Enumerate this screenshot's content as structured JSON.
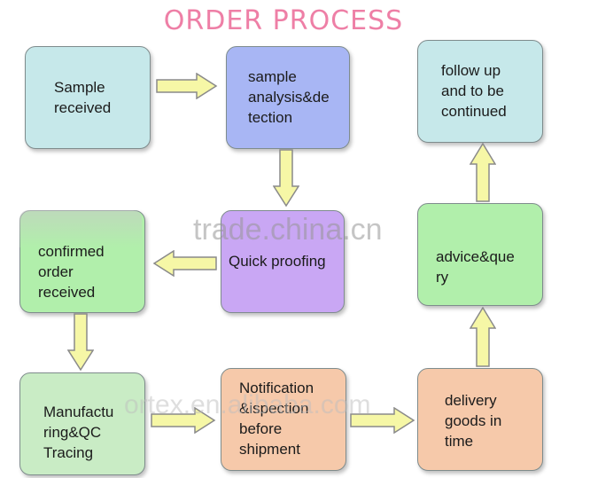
{
  "title": "ORDER PROCESS",
  "steps": {
    "sample_received": "Sample\nreceived",
    "sample_analysis": "sample\nanalysis&de\ntection",
    "quick_proofing": "Quick proofing",
    "confirmed_order": "confirmed\norder\nreceived",
    "manufacturing": "Manufactu\nring&QC\nTracing",
    "notification": "Notification\n&ispection\nbefore\nshipment",
    "delivery": "delivery\ngoods in\ntime",
    "advice": "advice&que\nry",
    "follow_up": "follow up\nand to be\ncontinued"
  },
  "watermarks": {
    "center": "trade.china.cn",
    "bottom": "ortex.en.alibaba.com"
  },
  "colors": {
    "title": "#ee7fa6",
    "arrow_fill": "#f6f7a6",
    "arrow_stroke": "#8a8a8a"
  }
}
